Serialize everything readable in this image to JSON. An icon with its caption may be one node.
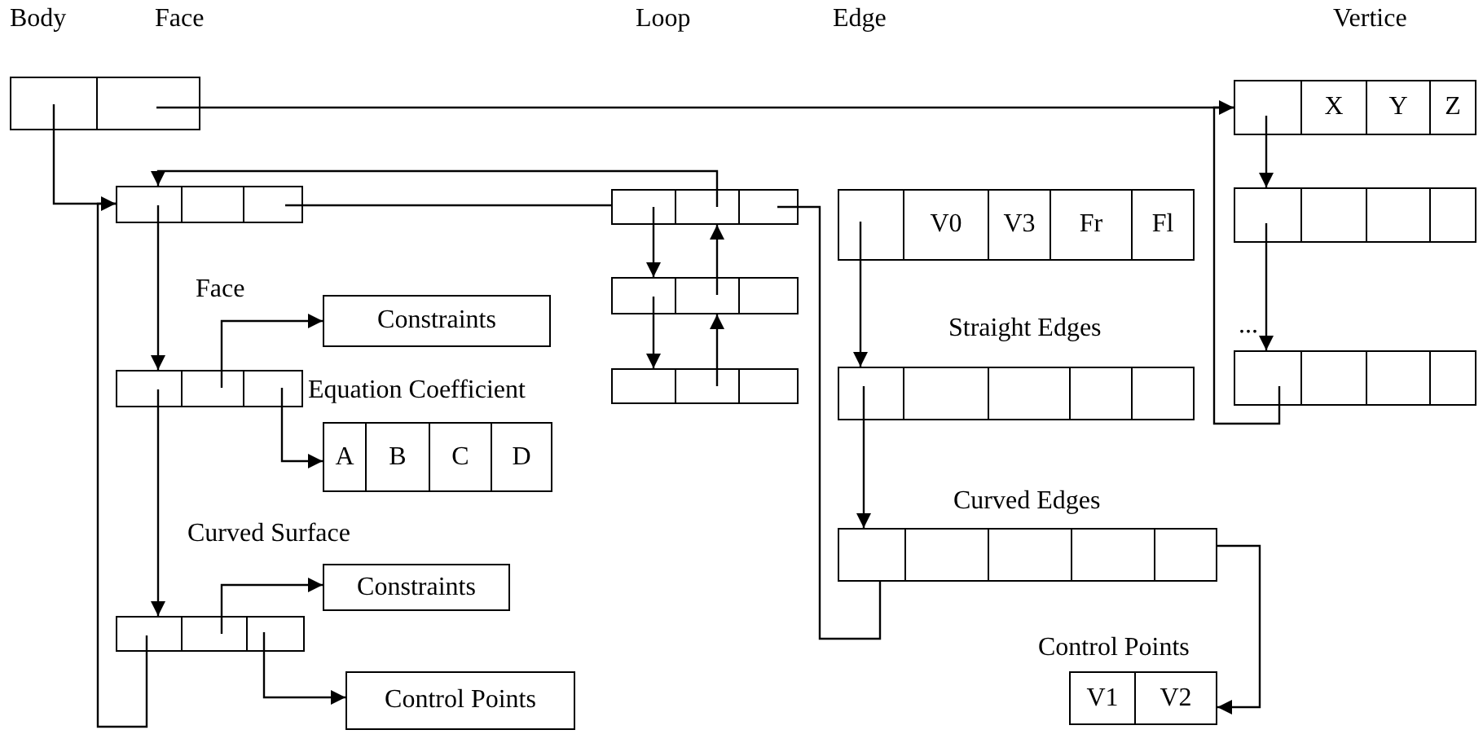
{
  "diagram": {
    "nodes": [
      {
        "text": [],
        "shape": "box"
      },
      {
        "text": [
          "X",
          "Y",
          "Z"
        ]
      },
      {
        "text": [],
        "shape": "box"
      },
      {
        "text": [],
        "shape": "box"
      },
      {
        "text": [
          "V0",
          "V3",
          "Fr",
          "Fl"
        ]
      },
      {
        "text": [],
        "shape": "box"
      },
      {
        "text": [],
        "shape": "box"
      },
      {
        "text": [
          "Constraints"
        ]
      },
      {
        "text": [],
        "shape": "box"
      },
      {
        "text": [],
        "shape": "box"
      },
      {
        "text": [],
        "shape": "box"
      },
      {
        "text": [],
        "shape": "box"
      },
      {
        "text": [
          "A",
          "B",
          "C",
          "D"
        ]
      },
      {
        "text": [],
        "shape": "box"
      },
      {
        "text": [
          "Constraints"
        ]
      },
      {
        "text": [],
        "shape": "box"
      },
      {
        "text": [
          "Control Points"
        ]
      },
      {
        "text": [
          "V1",
          "V2"
        ]
      }
    ],
    "edges": [
      {
        "from": 0,
        "to": 1,
        "arrow": "none"
      },
      {
        "from": 0,
        "to": 2,
        "arrow": "none"
      },
      {
        "from": 15,
        "to": 2,
        "arrow": "to"
      },
      {
        "from": 2,
        "to": 3,
        "arrow": "none"
      },
      {
        "from": 3,
        "to": 2,
        "arrow": "to"
      },
      {
        "from": 2,
        "to": 10,
        "arrow": "to"
      },
      {
        "from": 10,
        "to": 7,
        "arrow": "to"
      },
      {
        "from": 10,
        "to": 12,
        "arrow": "to"
      },
      {
        "from": 10,
        "to": 15,
        "arrow": "to"
      },
      {
        "from": 15,
        "to": 14,
        "arrow": "to"
      },
      {
        "from": 15,
        "to": 16,
        "arrow": "to"
      },
      {
        "from": 3,
        "to": 6,
        "arrow": "to"
      },
      {
        "from": 6,
        "to": 3,
        "arrow": "to"
      },
      {
        "from": 6,
        "to": 11,
        "arrow": "to"
      },
      {
        "from": 11,
        "to": 6,
        "arrow": "to"
      },
      {
        "from": 3,
        "to": 13,
        "arrow": "none"
      },
      {
        "from": 4,
        "to": 8,
        "arrow": "to"
      },
      {
        "from": 8,
        "to": 13,
        "arrow": "to"
      },
      {
        "from": 13,
        "to": 17,
        "arrow": "to"
      },
      {
        "from": 1,
        "to": 5,
        "arrow": "to"
      },
      {
        "from": 5,
        "to": 9,
        "arrow": "to"
      },
      {
        "from": 9,
        "to": 1,
        "arrow": "to"
      }
    ],
    "labels": [
      "Body",
      "Face",
      "Loop",
      "Edge",
      "Vertice",
      "Face",
      "Equation Coefficient",
      "Straight Edges",
      "...",
      "Curved Edges",
      "Curved Surface",
      "Control Points"
    ]
  }
}
